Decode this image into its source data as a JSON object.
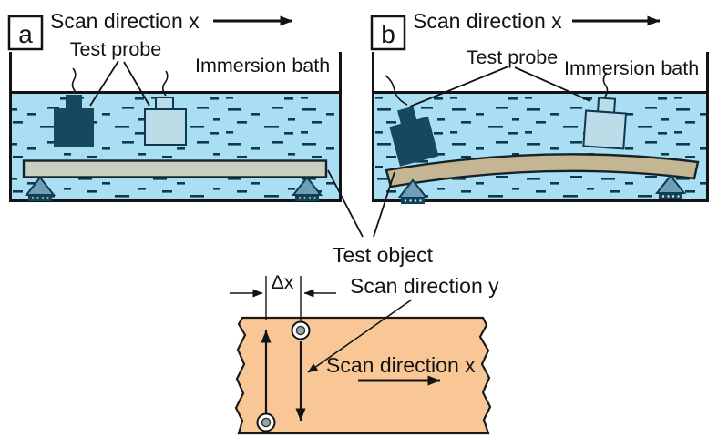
{
  "panel_a": {
    "tag": "a",
    "scan_direction": "Scan direction x",
    "test_probe": "Test probe",
    "immersion_bath": "Immersion bath"
  },
  "panel_b": {
    "tag": "b",
    "scan_direction": "Scan direction x",
    "test_probe": "Test probe",
    "immersion_bath": "Immersion bath"
  },
  "shared": {
    "test_object": "Test object"
  },
  "scan_plan": {
    "delta_x": "Δx",
    "scan_direction_y": "Scan direction y",
    "scan_direction_x": "Scan direction x"
  },
  "colors": {
    "ink": "#131313",
    "ink-teal": "#0d3a52",
    "water": "#aadef2",
    "water-dash": "#0d3a52",
    "probe-dark": "#16495f",
    "probe-light": "#bcdce8",
    "object-flat": "#c8cfc0",
    "object-curved": "#c4b593",
    "support-fill": "#6f9fb8",
    "support-base": "#10435a",
    "plate": "#f8c795",
    "marker-inner": "#9aa3a8"
  }
}
